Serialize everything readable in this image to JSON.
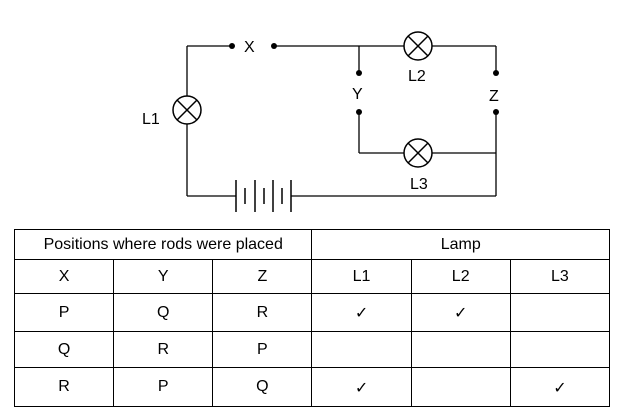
{
  "diagram": {
    "labels": {
      "x": "X",
      "y": "Y",
      "z": "Z",
      "l1": "L1",
      "l2": "L2",
      "l3": "L3"
    }
  },
  "table": {
    "group_positions": "Positions where rods were placed",
    "group_lamp": "Lamp",
    "headers": [
      "X",
      "Y",
      "Z",
      "L1",
      "L2",
      "L3"
    ],
    "rows": [
      [
        "P",
        "Q",
        "R",
        "✓",
        "✓",
        ""
      ],
      [
        "Q",
        "R",
        "P",
        "",
        "",
        ""
      ],
      [
        "R",
        "P",
        "Q",
        "✓",
        "",
        "✓"
      ]
    ]
  }
}
